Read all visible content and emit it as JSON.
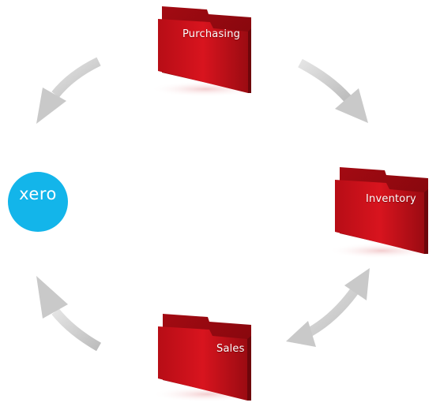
{
  "nodes": {
    "purchasing": {
      "label": "Purchasing"
    },
    "inventory": {
      "label": "Inventory"
    },
    "sales": {
      "label": "Sales"
    },
    "xero": {
      "label": "xero"
    }
  },
  "colors": {
    "folder_red": "#c8101a",
    "folder_dark": "#8a0a10",
    "arrow_gray": "#cfcfcf",
    "xero_blue": "#13b5ea"
  }
}
